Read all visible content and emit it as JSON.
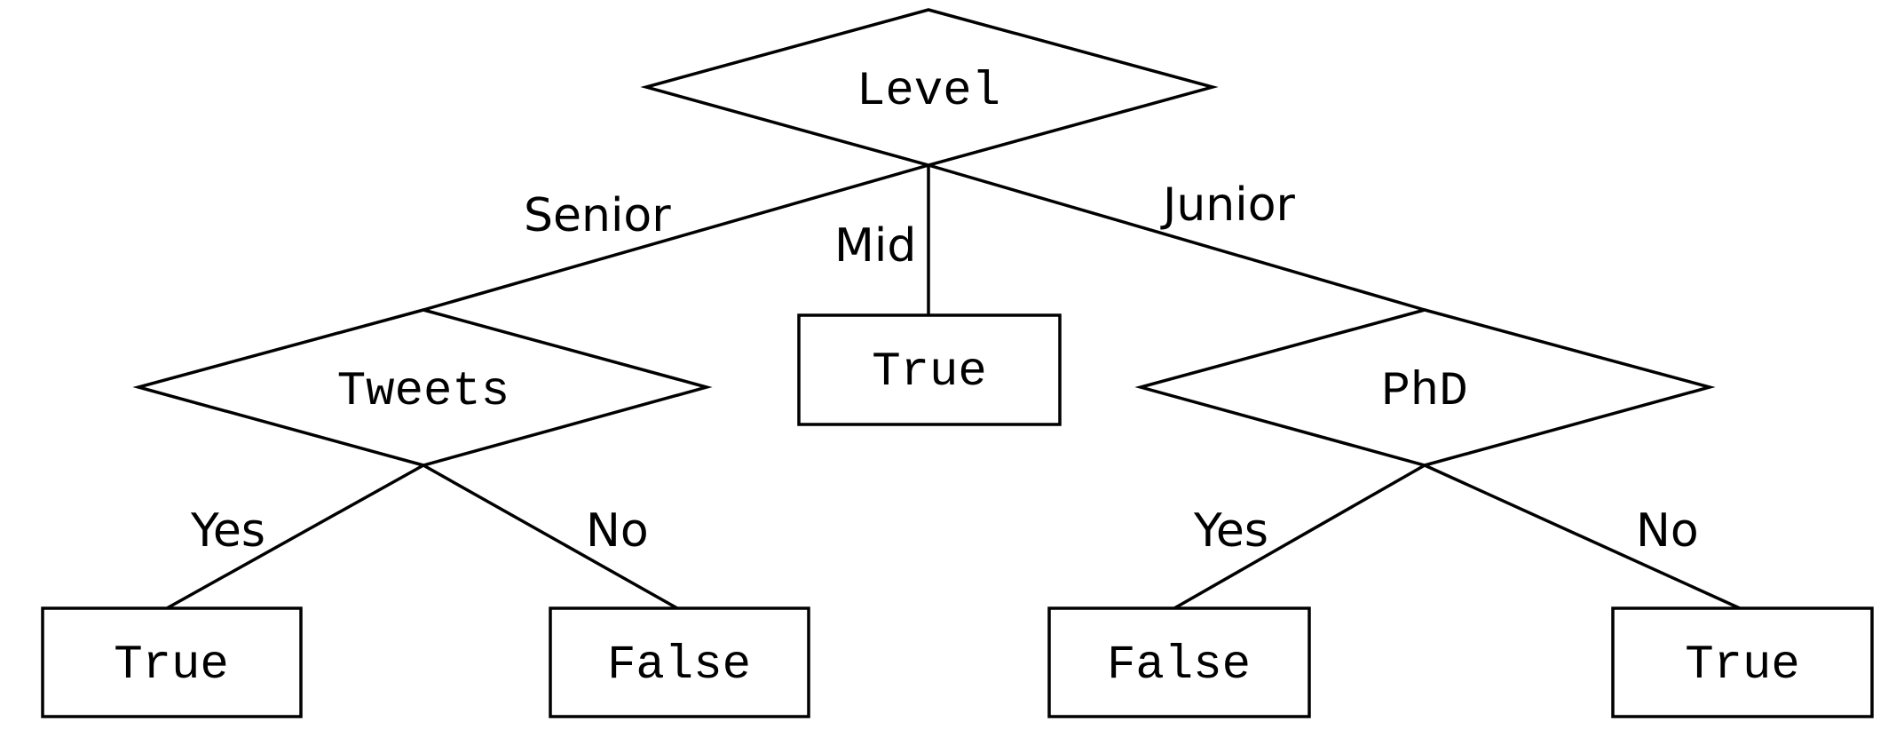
{
  "diagram": {
    "nodes": {
      "root": "Level",
      "tweets": "Tweets",
      "mid_leaf": "True",
      "phd": "PhD",
      "tweets_yes_leaf": "True",
      "tweets_no_leaf": "False",
      "phd_yes_leaf": "False",
      "phd_no_leaf": "True"
    },
    "edges": {
      "senior": "Senior",
      "mid": "Mid",
      "junior": "Junior",
      "tweets_yes": "Yes",
      "tweets_no": "No",
      "phd_yes": "Yes",
      "phd_no": "No"
    }
  }
}
